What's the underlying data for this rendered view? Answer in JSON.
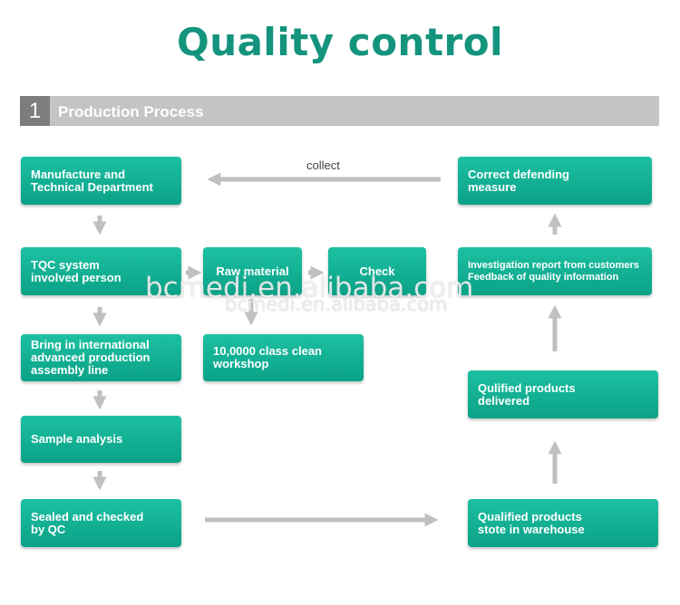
{
  "title": "Quality control",
  "section": {
    "number": "1",
    "title": "Production Process"
  },
  "collect_label": "collect",
  "nodes": {
    "manufacture": "Manufacture and\nTechnical Department",
    "tqc": "TQC system\ninvolved person",
    "raw_material": "Raw material",
    "check": "Check",
    "bring_in": "Bring in international\nadvanced production\nassembly line",
    "clean_workshop": "10,0000 class clean\nworkshop",
    "sample_analysis": "Sample analysis",
    "sealed": "Sealed and checked\nby QC",
    "correct": "Correct defending\nmeasure",
    "investigation": "Investigation report from customers\nFeedback of quality information",
    "delivered": "Qulified products\ndelivered",
    "warehouse": "Qualified products\nstote in warehouse"
  },
  "watermark": {
    "main": "bcmedi.en.alibaba.com",
    "sub": "bcmedi.en.alibaba.com"
  },
  "colors": {
    "accent": "#14937d",
    "box": "#13b194",
    "arrow": "#c0c0c0",
    "bar": "#c4c4c4"
  }
}
